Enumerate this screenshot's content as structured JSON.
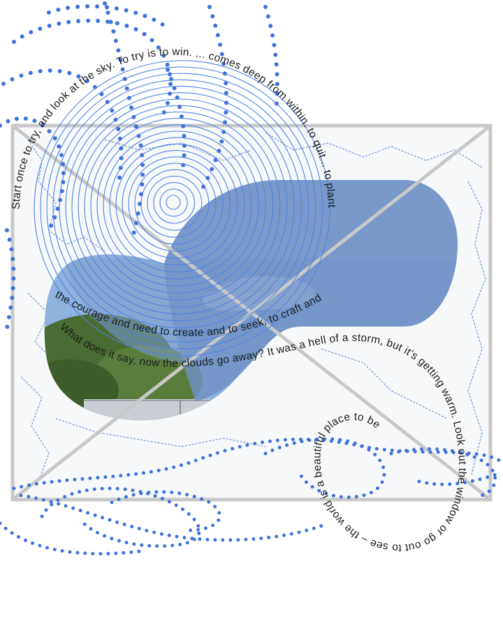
{
  "poem": {
    "circle_text": "Start once to try, and look at the sky. To try is to win. ... comes deep from within. to quit... to plant and to build,",
    "middle_text": "the courage and need to create and to seek, to craft and to build,",
    "wave_text": "What does it say, now the clouds go away? It was a hell of a storm, but it's getting warm. Look out the window or go out to see – the world is a beautiful place to be"
  },
  "colors": {
    "dots": "#3f73db",
    "spiral": "#4f82e6",
    "blob": "#6f90c4",
    "frame": "#c8c8c8",
    "map": "#6f95d8",
    "text": "#1c1c1c",
    "sky": "#86aedb",
    "foliage": "#4a6b32"
  }
}
